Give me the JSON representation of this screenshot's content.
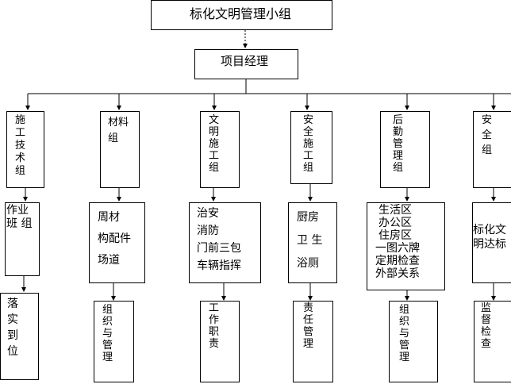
{
  "top": {
    "title": "标化文明管理小组",
    "manager": "项目经理"
  },
  "groups": [
    {
      "name": [
        "施",
        "工",
        "技",
        "术",
        "组"
      ],
      "duty_lines": [
        "作业",
        "班 组"
      ],
      "task": [
        "落",
        "实",
        "到",
        "位"
      ]
    },
    {
      "name": [
        "材料",
        "组"
      ],
      "duty_lines": [
        "周材",
        "构配件",
        "场道"
      ],
      "task": [
        "组",
        "织",
        "与",
        "管",
        "理"
      ]
    },
    {
      "name": [
        "文",
        "明",
        "施",
        "工",
        "组"
      ],
      "duty_lines": [
        "治安",
        "消防",
        "门前三包",
        "车辆指挥"
      ],
      "task": [
        "工",
        "作",
        "职",
        "责"
      ]
    },
    {
      "name": [
        "安",
        "全",
        "施",
        "工",
        "组"
      ],
      "duty_lines": [
        "厨房",
        "卫 生",
        "浴厕"
      ],
      "task": [
        "责",
        "任",
        "管",
        "理"
      ]
    },
    {
      "name": [
        "后",
        "勤",
        "管",
        "理",
        "组"
      ],
      "duty_lines": [
        "生活区",
        "办公区",
        "住房区",
        "一图六牌",
        "定期检查",
        "外部关系"
      ],
      "task": [
        "组",
        "织",
        "与",
        "管",
        "理"
      ]
    },
    {
      "name": [
        "安",
        "全",
        "组"
      ],
      "duty_lines": [
        "标化文",
        "明达标"
      ],
      "task": [
        "监",
        "督",
        "检",
        "查"
      ]
    }
  ]
}
